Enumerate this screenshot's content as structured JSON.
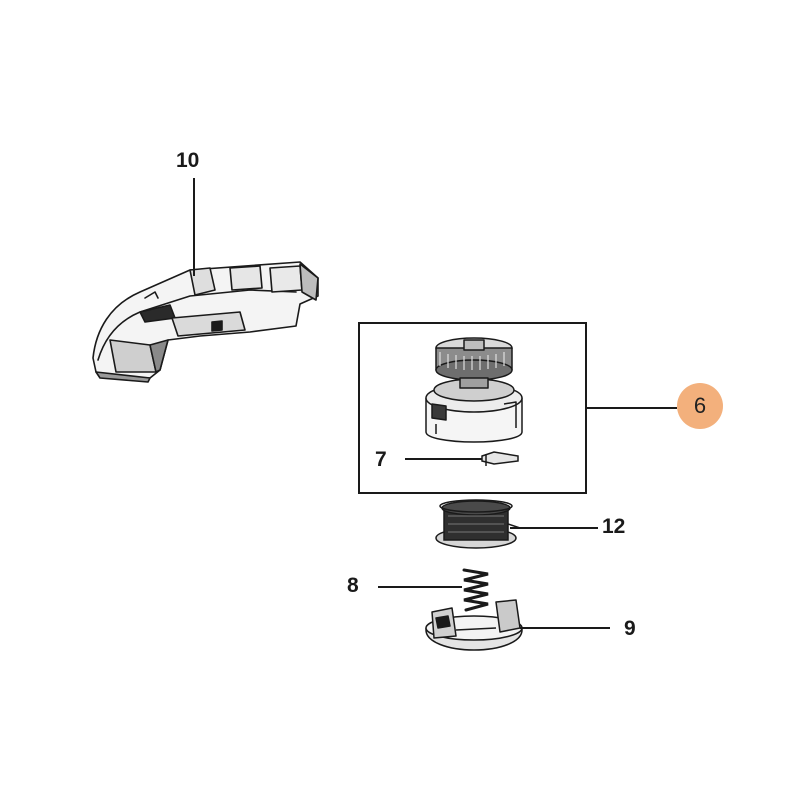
{
  "labels": {
    "part_10": "10",
    "part_7": "7",
    "part_12": "12",
    "part_8": "8",
    "part_9": "9"
  },
  "callout": {
    "part_6": "6",
    "color": "#f3b07c"
  }
}
